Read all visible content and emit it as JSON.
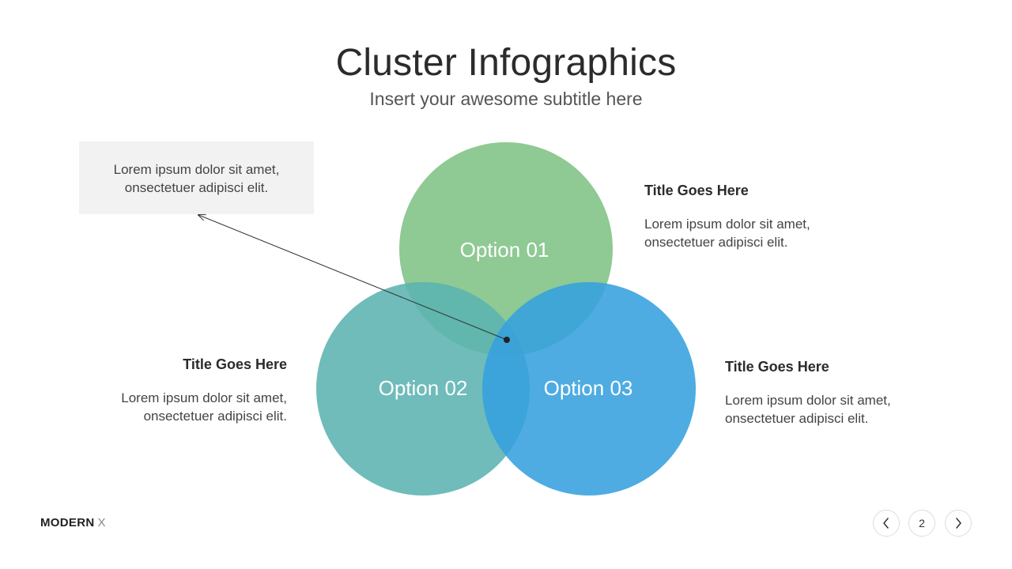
{
  "header": {
    "title": "Cluster Infographics",
    "subtitle": "Insert your awesome subtitle here"
  },
  "callout": {
    "line1": "Lorem ipsum dolor sit amet,",
    "line2": "onsectetuer adipisci elit."
  },
  "venn": {
    "circles": [
      {
        "label": "Option 01",
        "color": "#7fc184"
      },
      {
        "label": "Option 02",
        "color": "#5bb3b0"
      },
      {
        "label": "Option 03",
        "color": "#35a0de"
      }
    ]
  },
  "text_blocks": [
    {
      "title": "Title Goes Here",
      "line1": "Lorem ipsum dolor sit amet,",
      "line2": "onsectetuer adipisci elit."
    },
    {
      "title": "Title Goes Here",
      "line1": "Lorem ipsum dolor sit amet,",
      "line2": "onsectetuer adipisci elit."
    },
    {
      "title": "Title Goes Here",
      "line1": "Lorem ipsum dolor sit amet,",
      "line2": "onsectetuer adipisci elit."
    }
  ],
  "footer": {
    "brand_bold": "MODERN",
    "brand_light": "X",
    "page_number": "2",
    "prev_icon": "chevron-left-icon",
    "next_icon": "chevron-right-icon"
  }
}
